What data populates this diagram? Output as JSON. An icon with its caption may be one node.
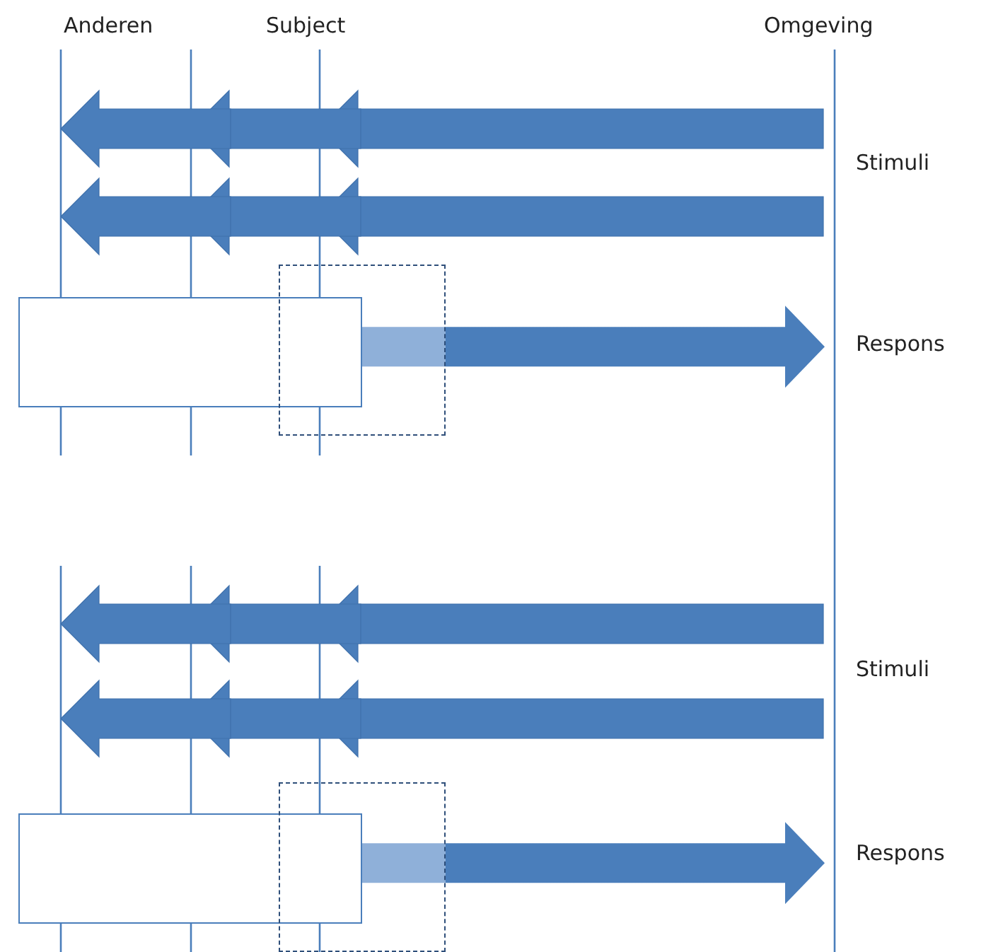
{
  "diagram": {
    "nodes": [
      {
        "text": [],
        "shape": "box"
      },
      {
        "text": [],
        "shape": "box"
      },
      {
        "text": [],
        "shape": "box"
      },
      {
        "text": [],
        "shape": "box"
      }
    ],
    "edges": [
      {
        "from": 0,
        "to": null,
        "arrow": "to"
      },
      {
        "from": 2,
        "to": null,
        "arrow": "to"
      }
    ],
    "labels": [
      "Anderen",
      "Subject",
      "Omgeving",
      "Stimuli",
      "Respons",
      "Stimuli",
      "Respons"
    ]
  }
}
